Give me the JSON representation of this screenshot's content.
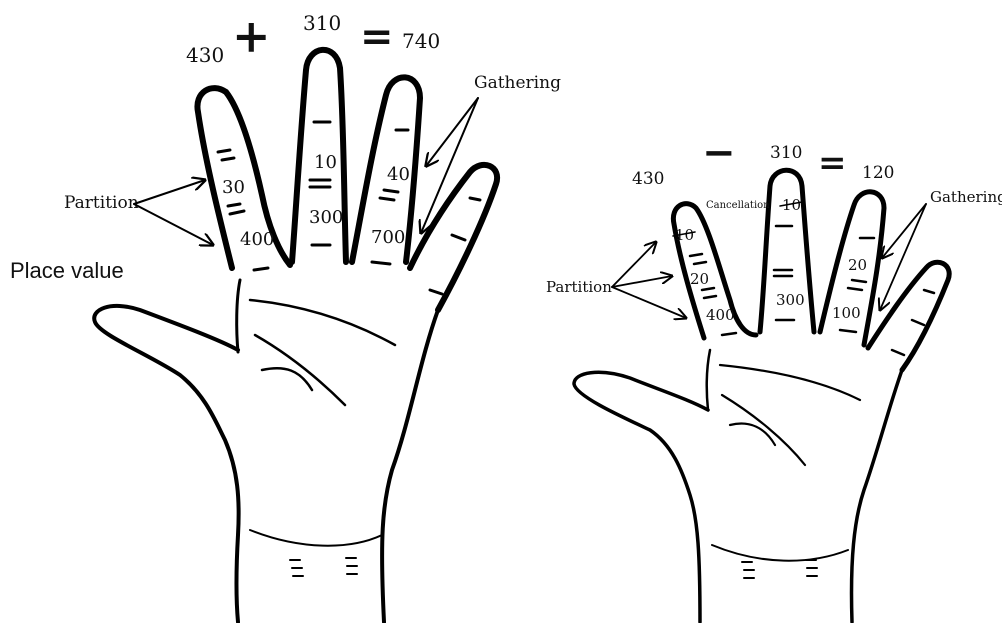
{
  "title": "Place value",
  "addition": {
    "operand1": "430",
    "operator": "+",
    "operand2": "310",
    "equals": "=",
    "result": "740",
    "partition_label": "Partition",
    "gathering_label": "Gathering",
    "finger_values": [
      "30",
      "400",
      "10",
      "300",
      "40",
      "700"
    ]
  },
  "subtraction": {
    "operand1": "430",
    "operator": "−",
    "operand2": "310",
    "equals": "=",
    "result": "120",
    "partition_label": "Partition",
    "gathering_label": "Gathering",
    "cancellation_label": "Cancellation",
    "finger_values": [
      "10",
      "20",
      "400",
      "10",
      "300",
      "20",
      "100"
    ]
  }
}
